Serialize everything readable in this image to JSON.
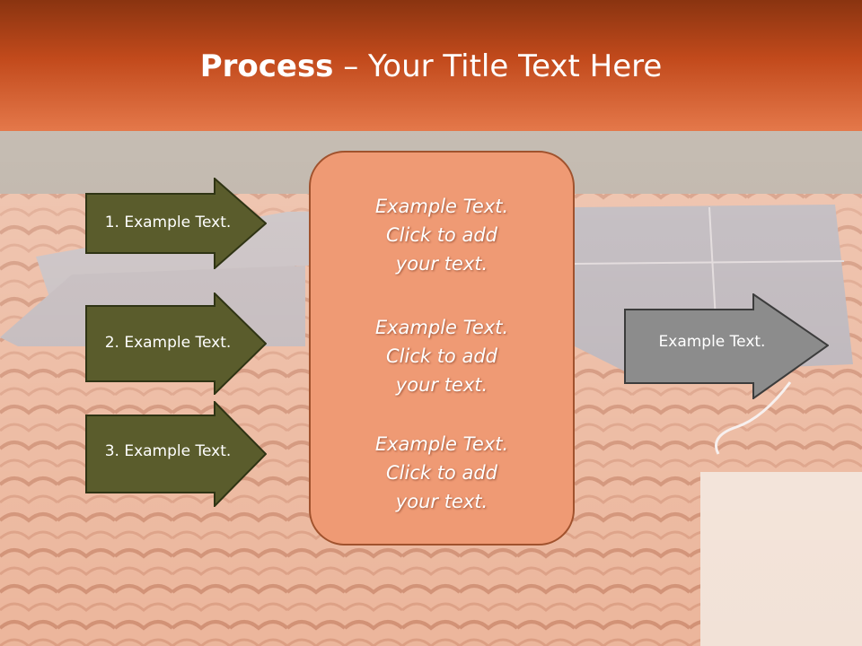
{
  "title": {
    "bold": "Process",
    "rest": " – Your Title Text Here"
  },
  "left_arrows": [
    {
      "label": "1. Example Text."
    },
    {
      "label": "2. Example Text."
    },
    {
      "label": "3. Example Text."
    }
  ],
  "center_box": {
    "paragraphs": [
      {
        "lines": [
          "Example Text.",
          "Click  to add",
          "your text."
        ]
      },
      {
        "lines": [
          "Example Text.",
          "Click  to add",
          "your text."
        ]
      },
      {
        "lines": [
          "Example Text.",
          "Click  to add",
          "your text."
        ]
      }
    ]
  },
  "right_arrow": {
    "label": "Example Text."
  },
  "colors": {
    "title_bar_top": "#8a3410",
    "title_bar_bottom": "#e4784a",
    "left_arrow_fill": "#5a5c2c",
    "center_box_fill": "#ef9a74",
    "right_arrow_fill": "#8c8c8c"
  }
}
